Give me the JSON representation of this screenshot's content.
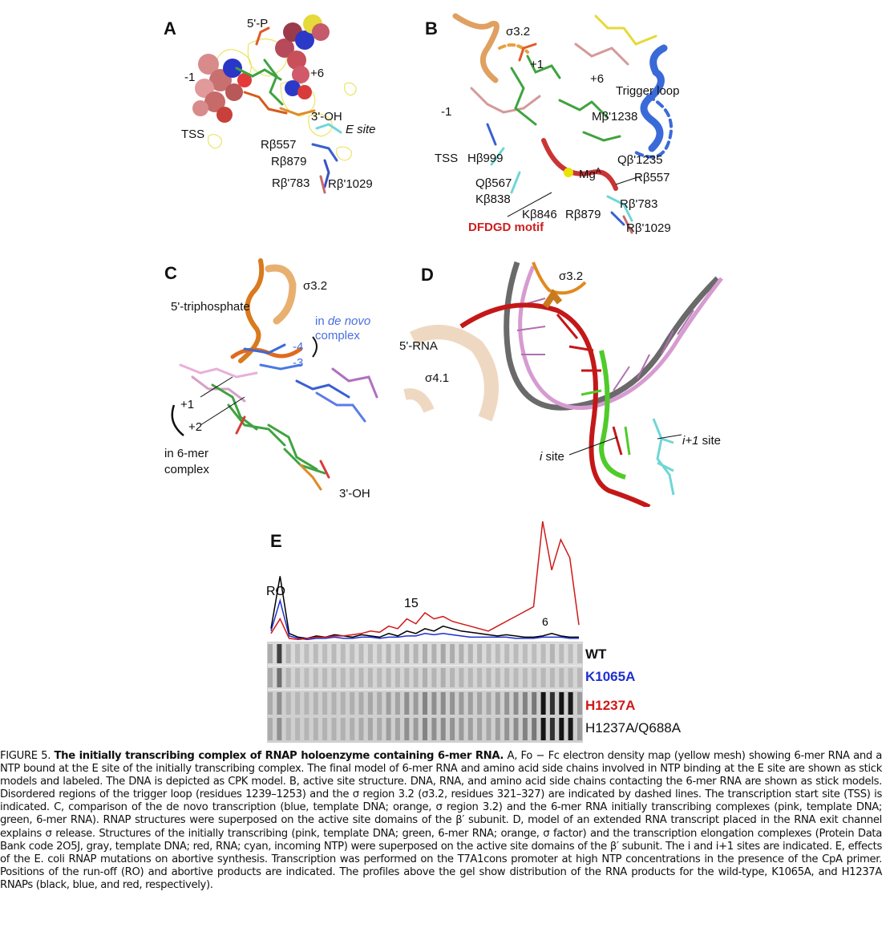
{
  "panels": {
    "A": {
      "letter": "A",
      "labels": {
        "five_p": "5'-P",
        "minus1": "-1",
        "plus6": "+6",
        "three_oh": "3'-OH",
        "e_site": "E site",
        "tss": "TSS",
        "rb557": "Rβ557",
        "rb879": "Rβ879",
        "rb783": "Rβ'783",
        "rb1029": "Rβ'1029"
      }
    },
    "B": {
      "letter": "B",
      "labels": {
        "sigma32": "σ3.2",
        "plus1": "+1",
        "plus6": "+6",
        "trigger_loop": "Trigger loop",
        "minus1": "-1",
        "mb1238": "Mβ'1238",
        "tss": "TSS",
        "hb999": "Hβ999",
        "qb1235": "Qβ'1235",
        "mga": "Mg",
        "mga_sup": "A",
        "rb557": "Rβ557",
        "qb567": "Qβ567",
        "kb838": "Kβ838",
        "kb846": "Kβ846",
        "rb879": "Rβ879",
        "rb783": "Rβ'783",
        "dfdgd": "DFDGD motif",
        "rb1029": "Rβ'1029"
      }
    },
    "C": {
      "letter": "C",
      "labels": {
        "sigma32": "σ3.2",
        "triphosphate": "5'-triphosphate",
        "in_prefix": "in ",
        "de_novo": "de novo",
        "complex": "complex",
        "minus4": "-4",
        "minus3": "-3",
        "plus1": "+1",
        "plus2": "+2",
        "in_6mer": "in 6-mer",
        "complex2": "complex",
        "three_oh": "3'-OH"
      }
    },
    "D": {
      "letter": "D",
      "labels": {
        "sigma32": "σ3.2",
        "five_rna": "5'-RNA",
        "sigma41": "σ4.1",
        "i_site": "i",
        "i_site_suffix": " site",
        "i1_site": "i+1",
        "i1_site_suffix": " site"
      }
    },
    "E": {
      "letter": "E",
      "labels": {
        "ro": "RO",
        "fifteen": "15",
        "six": "6"
      },
      "lanes": [
        {
          "name": "WT",
          "color": "#111111"
        },
        {
          "name": "K1065A",
          "color": "#1f2fd0"
        },
        {
          "name": "H1237A",
          "color": "#d01818"
        },
        {
          "name": "H1237A/Q688A",
          "color": "#111111"
        }
      ]
    }
  },
  "chart_data": {
    "type": "line",
    "title": "",
    "xlabel": "",
    "ylabel": "",
    "annotations": [
      "RO",
      "15",
      "6"
    ],
    "series": [
      {
        "color": "#000000",
        "values": [
          0.12,
          0.55,
          0.08,
          0.05,
          0.04,
          0.06,
          0.05,
          0.07,
          0.06,
          0.05,
          0.07,
          0.06,
          0.05,
          0.08,
          0.06,
          0.1,
          0.08,
          0.12,
          0.1,
          0.14,
          0.12,
          0.1,
          0.09,
          0.08,
          0.07,
          0.06,
          0.07,
          0.06,
          0.05,
          0.05,
          0.06,
          0.08,
          0.06,
          0.05,
          0.05
        ]
      },
      {
        "color": "#1f2fd0",
        "values": [
          0.1,
          0.35,
          0.06,
          0.04,
          0.03,
          0.04,
          0.04,
          0.05,
          0.04,
          0.04,
          0.05,
          0.05,
          0.04,
          0.05,
          0.05,
          0.06,
          0.06,
          0.08,
          0.07,
          0.08,
          0.07,
          0.06,
          0.05,
          0.05,
          0.05,
          0.05,
          0.05,
          0.04,
          0.04,
          0.04,
          0.05,
          0.05,
          0.05,
          0.04,
          0.04
        ]
      },
      {
        "color": "#d01818",
        "values": [
          0.08,
          0.2,
          0.04,
          0.03,
          0.04,
          0.05,
          0.05,
          0.06,
          0.06,
          0.07,
          0.08,
          0.1,
          0.09,
          0.14,
          0.12,
          0.2,
          0.16,
          0.25,
          0.2,
          0.22,
          0.18,
          0.16,
          0.14,
          0.12,
          0.1,
          0.14,
          0.18,
          0.22,
          0.26,
          0.3,
          1.0,
          0.6,
          0.85,
          0.7,
          0.15
        ]
      }
    ]
  },
  "caption": {
    "fig": "FIGURE 5. ",
    "title": "The initially transcribing complex of RNAP holoenzyme containing 6-mer RNA.",
    "body": " A, Fo − Fc electron density map (yellow mesh) showing 6-mer RNA and a NTP bound at the E site of the initially transcribing complex. The final model of 6-mer RNA and amino acid side chains involved in NTP binding at the E site are shown as stick models and labeled. The DNA is depicted as CPK model. B, active site structure. DNA, RNA, and amino acid side chains contacting the 6-mer RNA are shown as stick models. Disordered regions of the trigger loop (residues 1239–1253) and the σ region 3.2 (σ3.2, residues 321–327) are indicated by dashed lines. The transcription start site (TSS) is indicated. C, comparison of the de novo transcription (blue, template DNA; orange, σ region 3.2) and the 6-mer RNA initially transcribing complexes (pink, template DNA; green, 6-mer RNA). RNAP structures were superposed on the active site domains of the β′ subunit. D, model of an extended RNA transcript placed in the RNA exit channel explains σ release. Structures of the initially transcribing (pink, template DNA; green, 6-mer RNA; orange, σ factor) and the transcription elongation complexes (Protein Data Bank code 2O5J, gray, template DNA; red, RNA; cyan, incoming NTP) were superposed on the active site domains of the β′ subunit. The i and i+1 sites are indicated. E, effects of the E. coli RNAP mutations on abortive synthesis. Transcription was performed on the T7A1cons promoter at high NTP concentrations in the presence of the CpA primer. Positions of the run-off (RO) and abortive products are indicated. The profiles above the gel show distribution of the RNA products for the wild-type, K1065A, and H1237A RNAPs (black, blue, and red, respectively)."
  }
}
